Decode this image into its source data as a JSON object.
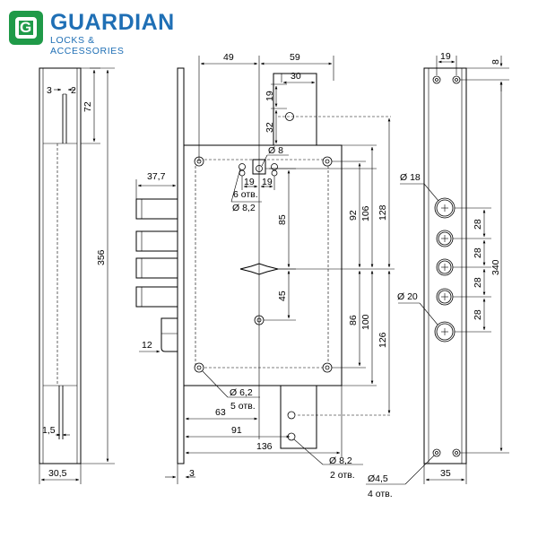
{
  "brand": {
    "logo_letter": "G",
    "name": "GUARDIAN",
    "tagline": "LOCKS & ACCESSORIES",
    "colors": {
      "green": "#1f9a48",
      "blue": "#1f6fb5"
    }
  },
  "side_view": {
    "dim_3": "3",
    "dim_2": "2",
    "dim_72": "72",
    "dim_356": "356",
    "dim_1_5": "1,5",
    "dim_30_5": "30,5"
  },
  "main_view": {
    "dim_49": "49",
    "dim_59": "59",
    "dim_30": "30",
    "dim_19_top": "19",
    "dim_32": "32",
    "dim_d8": "Ø 8",
    "dim_37_7": "37,7",
    "dim_19_a": "19",
    "dim_19_b": "19",
    "holes_6": "6 отв.",
    "dim_d8_2_top": "Ø 8,2",
    "dim_85": "85",
    "dim_45": "45",
    "dim_92": "92",
    "dim_106": "106",
    "dim_128": "128",
    "dim_86": "86",
    "dim_100": "100",
    "dim_126": "126",
    "dim_12": "12",
    "dim_d6_2": "Ø 6,2",
    "holes_5": "5 отв.",
    "dim_63": "63",
    "dim_91": "91",
    "dim_136": "136",
    "dim_d8_2_bottom": "Ø 8,2",
    "holes_2": "2 отв.",
    "dim_3_bottom": "3"
  },
  "face_view": {
    "dim_19": "19",
    "dim_8": "8",
    "dim_d18": "Ø 18",
    "dim_28_1": "28",
    "dim_28_2": "28",
    "dim_28_3": "28",
    "dim_28_4": "28",
    "dim_340": "340",
    "dim_d20": "Ø 20",
    "dim_d4_5": "Ø4,5",
    "holes_4": "4 отв.",
    "dim_35": "35"
  }
}
